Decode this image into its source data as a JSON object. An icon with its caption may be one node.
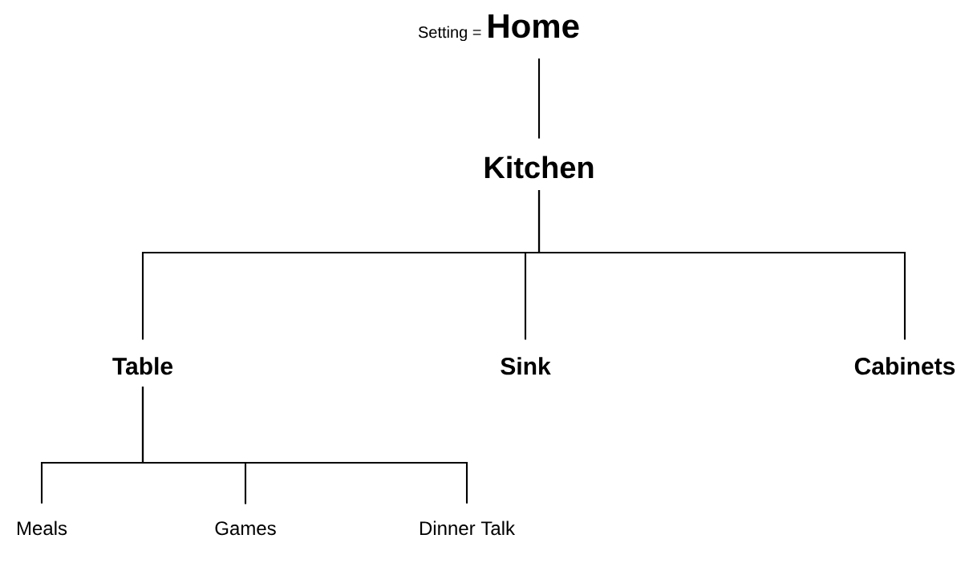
{
  "diagram": {
    "nodes": [
      {
        "text": [
          "Setting =",
          "Home"
        ]
      },
      {
        "text": [
          "Kitchen"
        ]
      },
      {
        "text": [
          "Table"
        ]
      },
      {
        "text": [
          "Sink"
        ]
      },
      {
        "text": [
          "Cabinets"
        ]
      },
      {
        "text": [
          "Meals"
        ]
      },
      {
        "text": [
          "Games"
        ]
      },
      {
        "text": [
          "Dinner Talk"
        ]
      }
    ],
    "edges": [
      {
        "from": 0,
        "to": 1,
        "arrow": "none"
      },
      {
        "from": 1,
        "to": 2,
        "arrow": "none"
      },
      {
        "from": 1,
        "to": 3,
        "arrow": "none"
      },
      {
        "from": 1,
        "to": 4,
        "arrow": "none"
      },
      {
        "from": 2,
        "to": 5,
        "arrow": "none"
      },
      {
        "from": 2,
        "to": 6,
        "arrow": "none"
      },
      {
        "from": 2,
        "to": 7,
        "arrow": "none"
      }
    ]
  }
}
